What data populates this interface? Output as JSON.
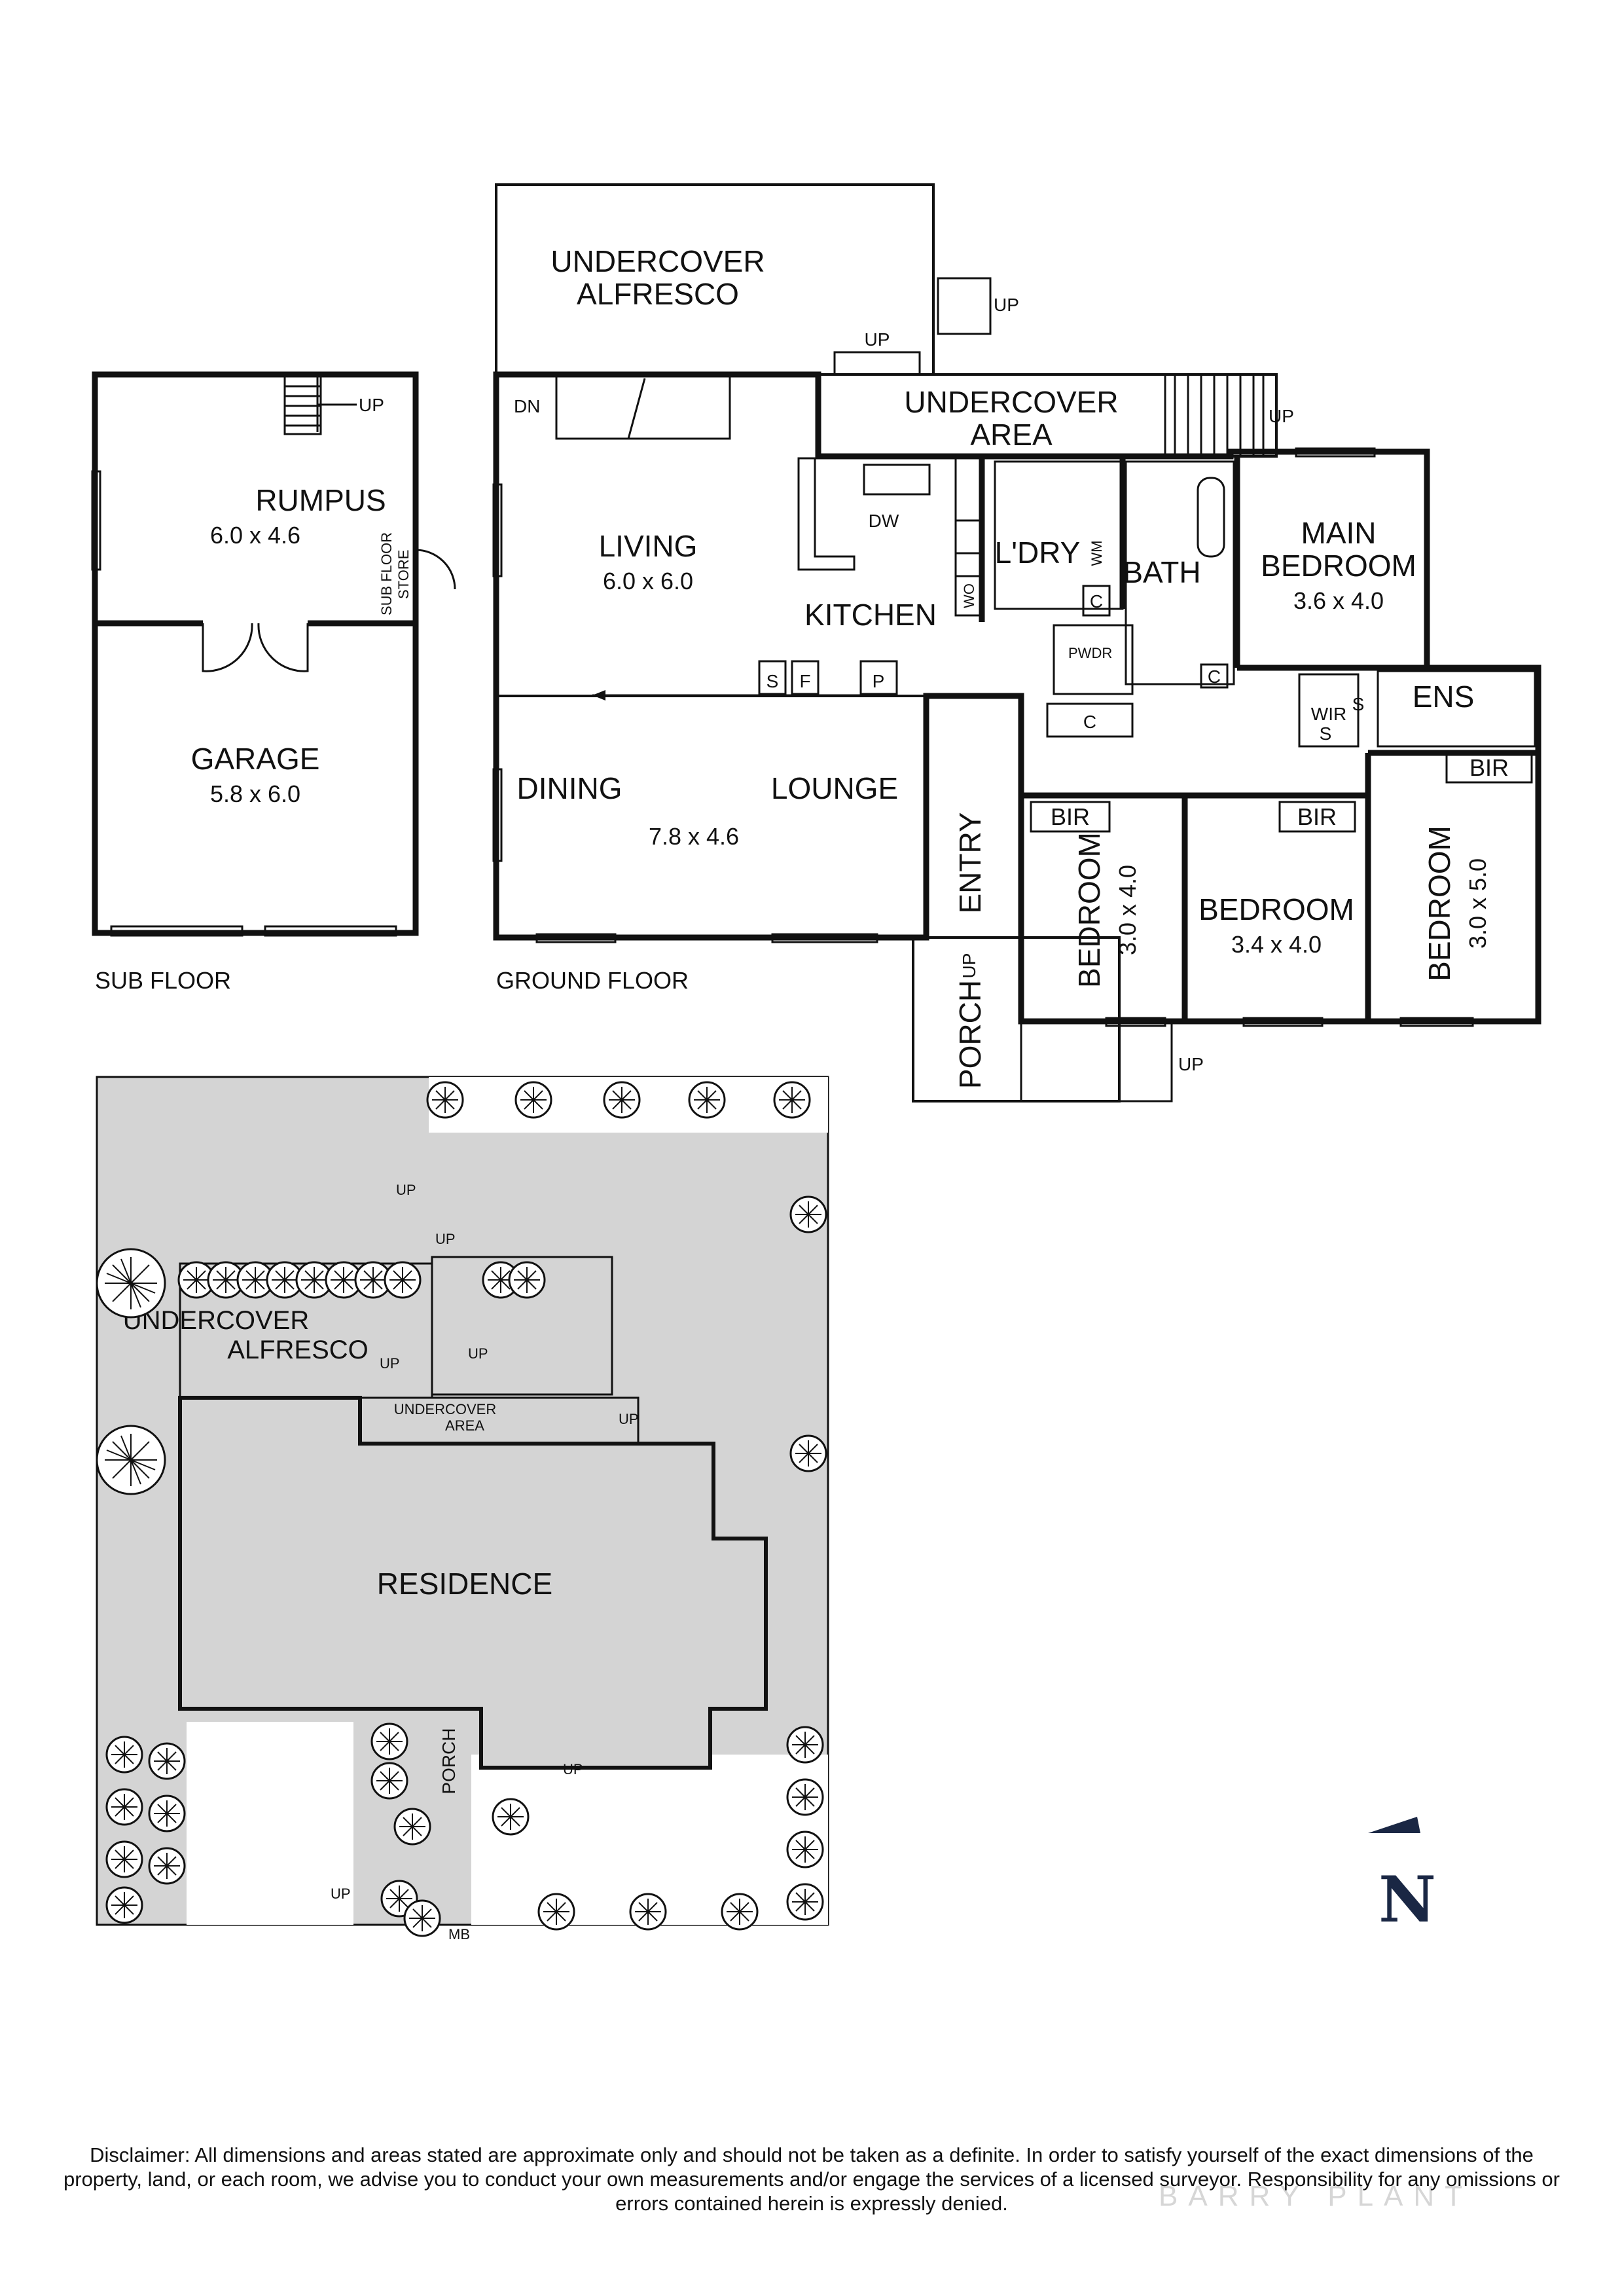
{
  "floors": {
    "sub_floor": {
      "label": "SUB FLOOR",
      "rooms": [
        {
          "name": "RUMPUS",
          "dims": "6.0 x 4.6"
        },
        {
          "name": "GARAGE",
          "dims": "5.8 x 6.0"
        }
      ],
      "store_label_1": "SUB FLOOR",
      "store_label_2": "STORE"
    },
    "ground_floor": {
      "label": "GROUND FLOOR",
      "rooms": [
        {
          "name": "LIVING",
          "dims": "6.0 x 6.0"
        },
        {
          "name": "DINING",
          "dims": ""
        },
        {
          "name": "LOUNGE",
          "dims": "7.8 x 4.6"
        },
        {
          "name": "KITCHEN",
          "dims": ""
        },
        {
          "name": "L'DRY",
          "dims": ""
        },
        {
          "name": "BATH",
          "dims": ""
        },
        {
          "name": "MAIN",
          "dims": ""
        },
        {
          "name": "BEDROOM",
          "dims": "3.6 x 4.0"
        },
        {
          "name": "ENS",
          "dims": ""
        },
        {
          "name": "BEDROOM",
          "dims": "3.0 x 4.0"
        },
        {
          "name": "BEDROOM",
          "dims": "3.4 x 4.0"
        },
        {
          "name": "BEDROOM",
          "dims": "3.0 x 5.0"
        },
        {
          "name": "ENTRY",
          "dims": ""
        },
        {
          "name": "PORCH",
          "dims": ""
        }
      ],
      "outdoor": {
        "alfresco_1": "UNDERCOVER",
        "alfresco_2": "ALFRESCO",
        "area_1": "UNDERCOVER",
        "area_2": "AREA"
      },
      "fixtures": {
        "dw": "DW",
        "wo": "WO",
        "wm": "WM",
        "pwdr": "PWDR",
        "s": "S",
        "f": "F",
        "p": "P",
        "c": "C",
        "wir": "WIR",
        "bir": "BIR"
      },
      "stairs": {
        "up": "UP",
        "dn": "DN"
      }
    }
  },
  "site_plan": {
    "residence": "RESIDENCE",
    "alfresco_1": "UNDERCOVER",
    "alfresco_2": "ALFRESCO",
    "area_1": "UNDERCOVER",
    "area_2": "AREA",
    "porch": "PORCH",
    "up": "UP",
    "mb": "MB"
  },
  "compass": {
    "letter": "N"
  },
  "disclaimer": "Disclaimer: All dimensions and areas stated are approximate only and should not be taken as a definite. In order to satisfy yourself of the exact dimensions of the property, land, or each room, we advise you to conduct your own measurements and/or engage the services of a licensed surveyor. Responsibility for any omissions or errors contained herein is expressly denied.",
  "watermark": "BARRY PLANT"
}
